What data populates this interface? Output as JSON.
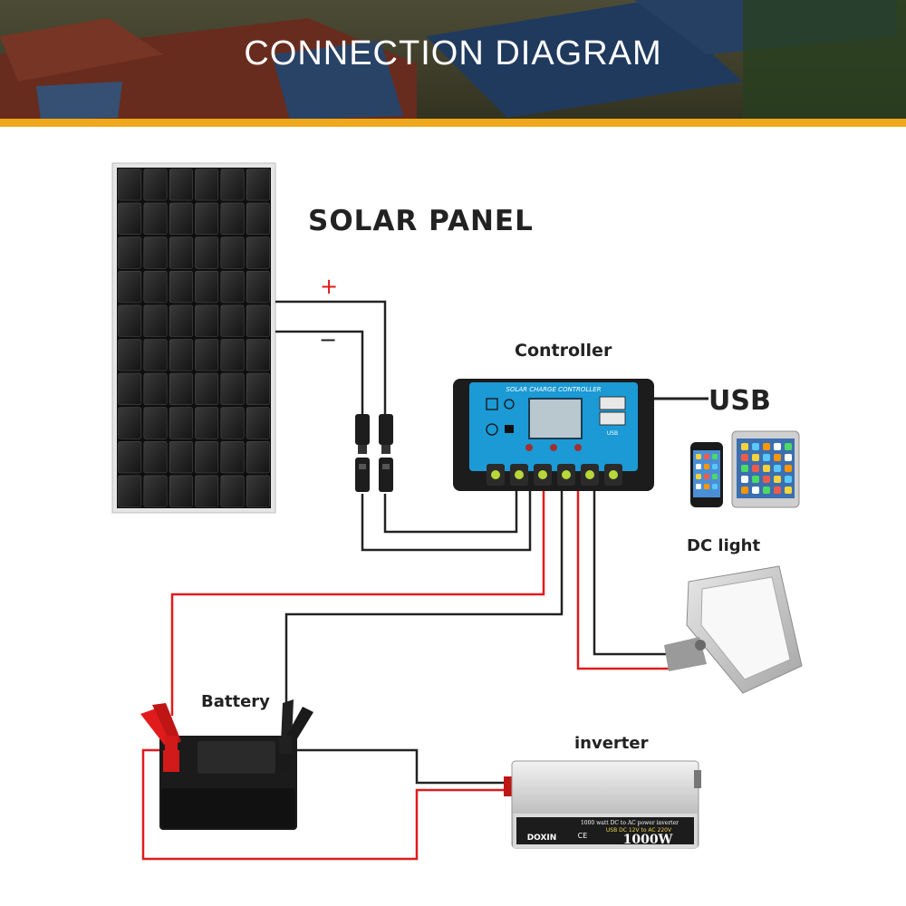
{
  "header": {
    "title": "CONNECTION  DIAGRAM"
  },
  "labels": {
    "solar_panel": "SOLAR  PANEL",
    "plus": "+",
    "minus": "−",
    "controller": "Controller",
    "usb": "USB",
    "dc_light": "DC light",
    "battery": "Battery",
    "inverter": "inverter"
  },
  "controller_face": {
    "title": "SOLAR CHARGE CONTROLLER",
    "usb_badge": "USB"
  },
  "inverter_face": {
    "brand": "DOXIN",
    "line1": "1000 watt DC to AC power inverter",
    "line2": "USB DC 12V to AC 220V",
    "rating": "1000W",
    "ce": "CE"
  },
  "colors": {
    "header_accent": "#f0a81c",
    "positive_wire": "#e11b1b",
    "negative_wire": "#222222",
    "controller_blue": "#1b9ad6"
  }
}
